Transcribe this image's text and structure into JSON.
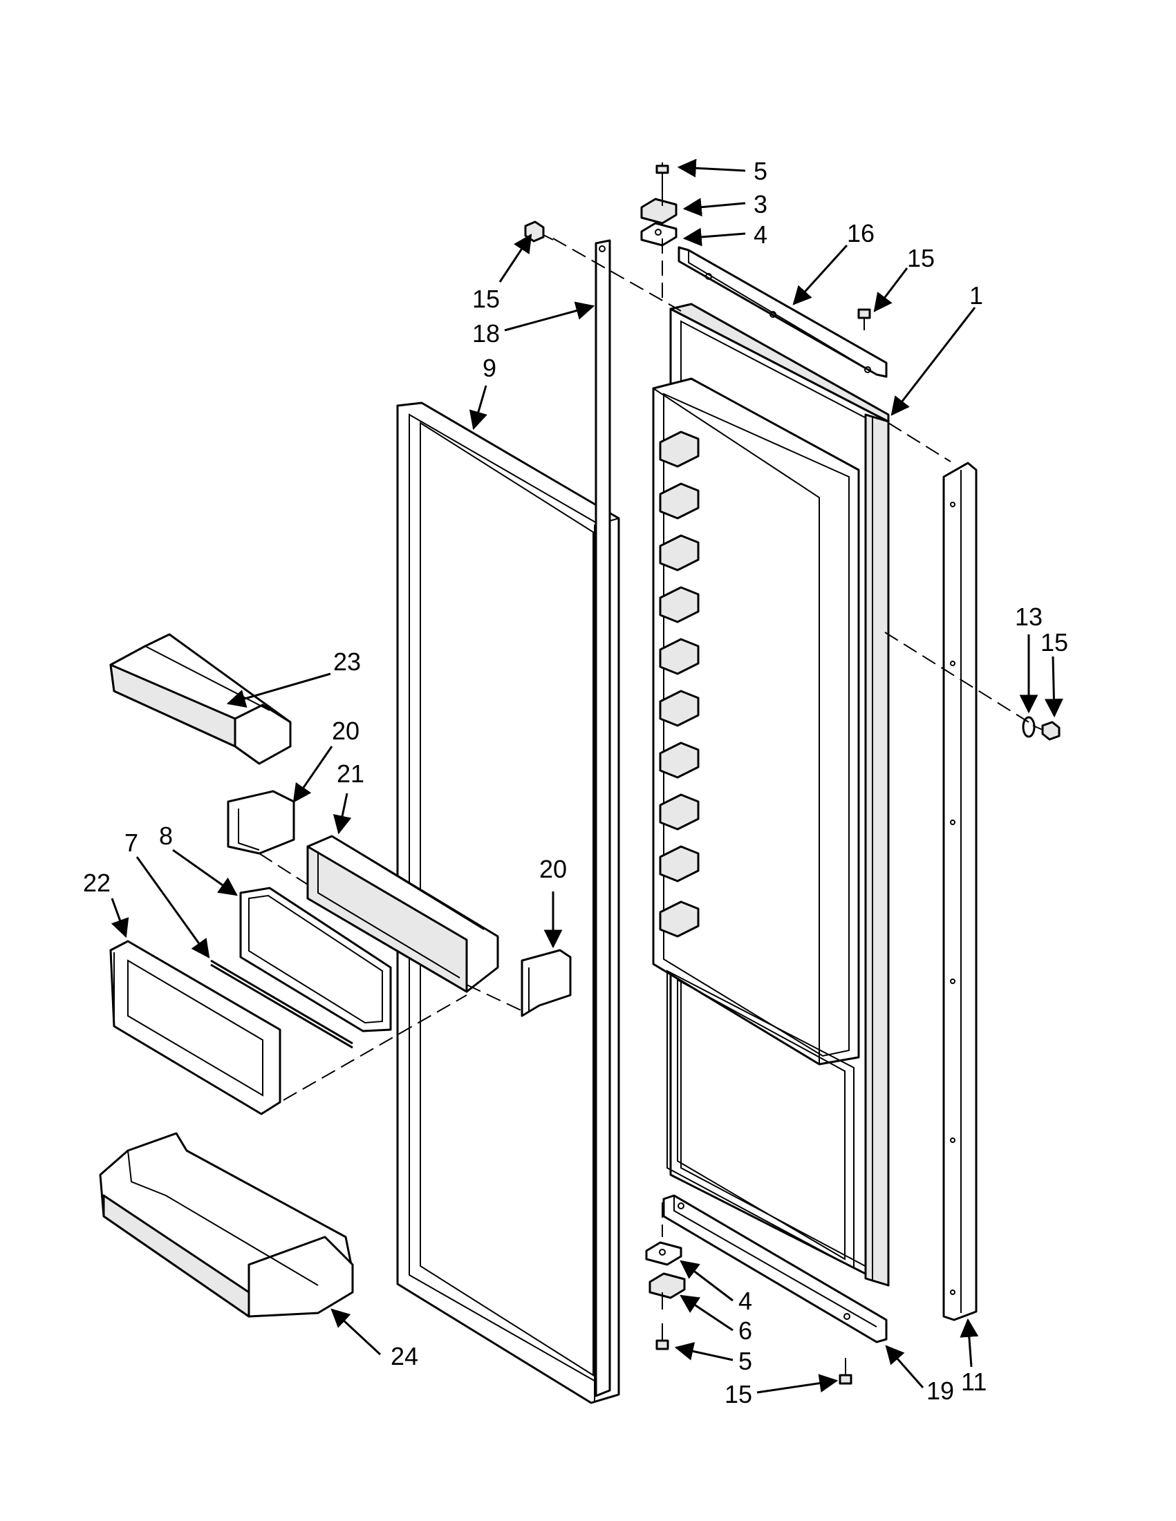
{
  "labels": {
    "c5_top": "5",
    "c3": "3",
    "c4_top": "4",
    "c16": "16",
    "c15_top_right": "15",
    "c1": "1",
    "c15_top_left": "15",
    "c18": "18",
    "c9": "9",
    "c13": "13",
    "c15_right": "15",
    "c23": "23",
    "c20_left": "20",
    "c21": "21",
    "c8": "8",
    "c7": "7",
    "c22": "22",
    "c20_mid": "20",
    "c24": "24",
    "c4_bottom": "4",
    "c6": "6",
    "c5_bottom": "5",
    "c15_bottom": "15",
    "c19": "19",
    "c11": "11"
  },
  "colors": {
    "line": "#000000",
    "background": "#ffffff",
    "shade": "#e8e8e8"
  }
}
